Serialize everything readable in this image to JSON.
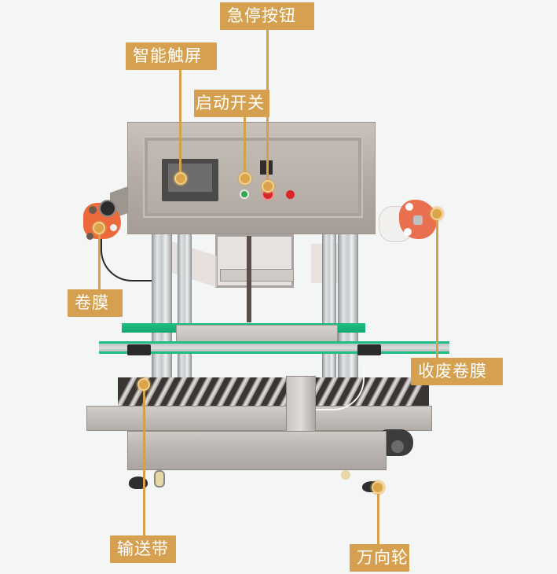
{
  "image": {
    "subject": "automatic film-wrapping / sealing machine product photo",
    "background_color": "#f4f6f5",
    "accent_color": "#d5a04f"
  },
  "callouts": [
    {
      "id": "emergency-stop",
      "label": "急停按钮"
    },
    {
      "id": "touch-screen",
      "label": "智能触屏"
    },
    {
      "id": "start-switch",
      "label": "启动开关"
    },
    {
      "id": "film-roll",
      "label": "卷膜"
    },
    {
      "id": "waste-film-roll",
      "label": "收废卷膜"
    },
    {
      "id": "conveyor",
      "label": "输送带"
    },
    {
      "id": "caster-wheel",
      "label": "万向轮"
    }
  ],
  "control_panel": {
    "buttons": [
      {
        "name": "start",
        "color": "#2ea84a"
      },
      {
        "name": "emergency-stop",
        "color": "#d8262a"
      },
      {
        "name": "indicator",
        "color": "#d8262a"
      }
    ]
  }
}
